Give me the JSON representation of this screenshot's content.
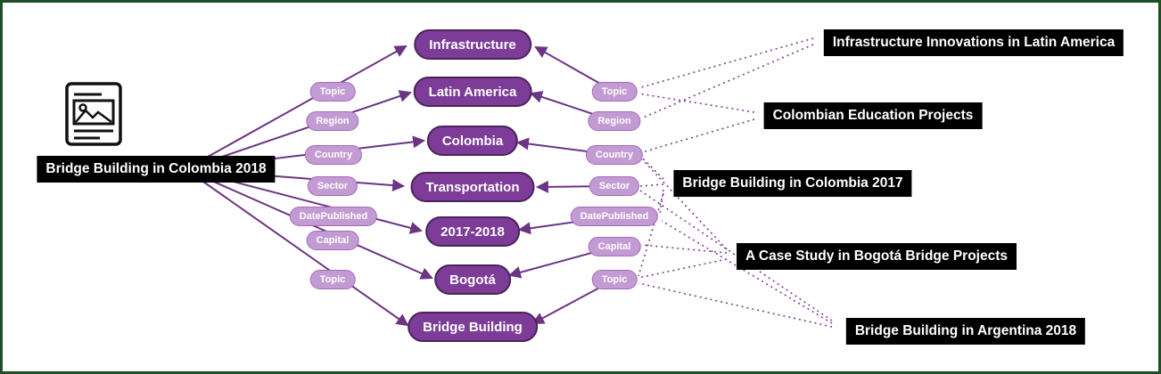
{
  "graph": {
    "source": {
      "label": "Bridge Building in Colombia 2018",
      "icon": "article-icon"
    },
    "entities": [
      "Infrastructure",
      "Latin America",
      "Colombia",
      "Transportation",
      "2017-2018",
      "Bogotá",
      "Bridge Building"
    ],
    "left_edge_labels": [
      "Topic",
      "Region",
      "Country",
      "Sector",
      "DatePublished",
      "Capital",
      "Topic"
    ],
    "right_edge_labels": [
      "Topic",
      "Region",
      "Country",
      "Sector",
      "DatePublished",
      "Capital",
      "Topic"
    ],
    "documents": [
      "Infrastructure Innovations in Latin America",
      "Colombian Education Projects",
      "Bridge Building in Colombia 2017",
      "A Case Study in Bogotá Bridge Projects",
      "Bridge Building in Argentina 2018"
    ]
  },
  "colors": {
    "entity_fill": "#7D3C98",
    "entity_border": "#4A235A",
    "edge_label_fill": "#C39BD3",
    "edge_label_border": "#A569BD",
    "edge_line": "#6C3483",
    "document_box_bg": "#000000",
    "document_box_text": "#FFFFFF",
    "frame_border": "#1F4D24"
  }
}
